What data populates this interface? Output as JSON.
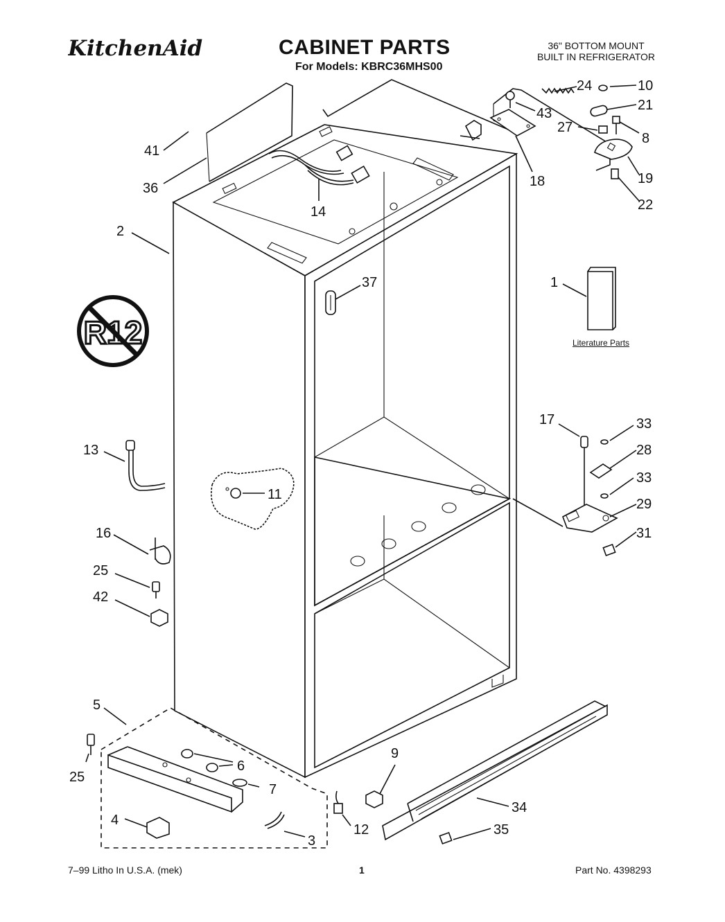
{
  "header": {
    "brand": "KitchenAid",
    "title": "CABINET PARTS",
    "models": "For Models: KBRC36MHS00",
    "subtitle_line1": "36\" BOTTOM MOUNT",
    "subtitle_line2": "BUILT IN REFRIGERATOR"
  },
  "literature_label": "Literature Parts",
  "stamp_text": "R12",
  "footer": {
    "left": "7–99 Litho In U.S.A. (mek)",
    "page": "1",
    "right": "Part No. 4398293"
  },
  "callouts": {
    "c24": "24",
    "c10": "10",
    "c43": "43",
    "c21": "21",
    "c27": "27",
    "c8": "8",
    "c18": "18",
    "c19": "19",
    "c22": "22",
    "c41": "41",
    "c36": "36",
    "c14": "14",
    "c2": "2",
    "c37": "37",
    "c1": "1",
    "c17": "17",
    "c33a": "33",
    "c28": "28",
    "c33b": "33",
    "c29": "29",
    "c31": "31",
    "c13": "13",
    "c11": "11",
    "c16": "16",
    "c25a": "25",
    "c42": "42",
    "c5": "5",
    "c25b": "25",
    "c6": "6",
    "c7": "7",
    "c9": "9",
    "c4": "4",
    "c12": "12",
    "c3": "3",
    "c34": "34",
    "c35": "35"
  }
}
